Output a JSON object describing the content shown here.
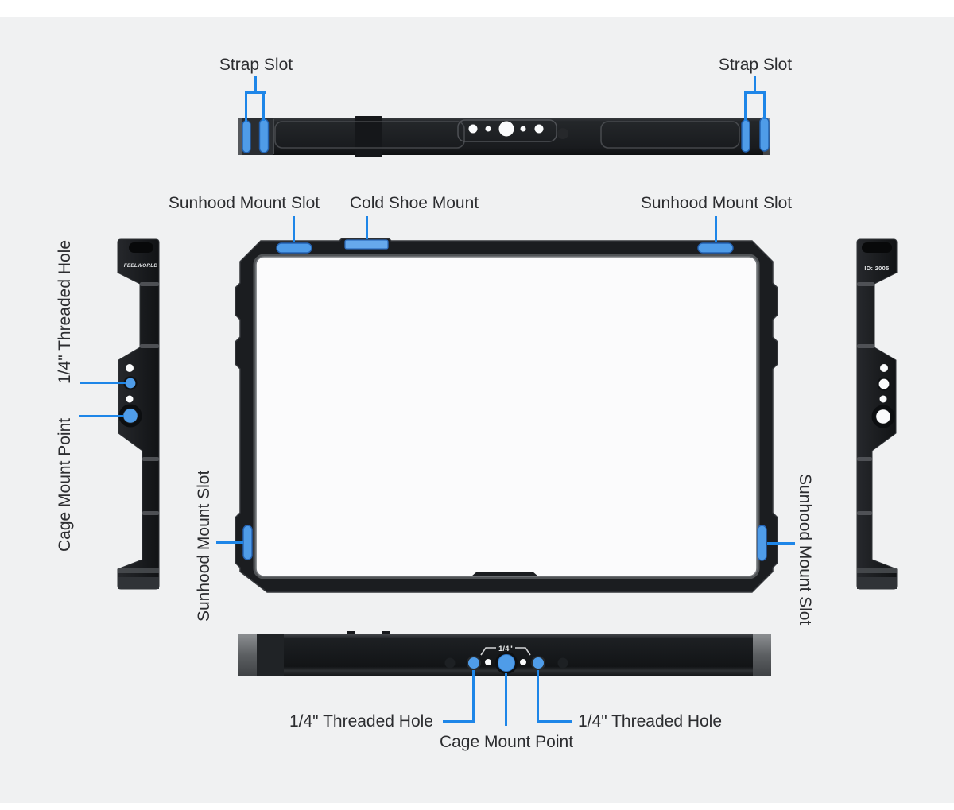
{
  "colors": {
    "accent_leader_blue": "#1e86e8",
    "highlight_blue": "#4f9ce8",
    "part_dark": "#1b1d20",
    "label_text": "#2c2d30",
    "background": "#f0f1f2",
    "screen_white": "#fbfbfc"
  },
  "views": {
    "top": {
      "strap_slot_left": "Strap Slot",
      "strap_slot_right": "Strap Slot"
    },
    "front": {
      "sunhood_top_left": "Sunhood Mount Slot",
      "cold_shoe": "Cold Shoe Mount",
      "sunhood_top_right": "Sunhood Mount Slot",
      "sunhood_bottom_left": "Sunhood Mount Slot",
      "sunhood_bottom_right": "Sunhood Mount Slot"
    },
    "left_side": {
      "brand": "FEELWORLD",
      "threaded_hole": "1/4\" Threaded Hole",
      "cage_mount": "Cage Mount Point"
    },
    "right_side": {
      "id_label": "ID: 2005"
    },
    "bottom": {
      "marking": "1/4\"",
      "threaded_hole_left": "1/4\" Threaded Hole",
      "cage_mount": "Cage Mount Point",
      "threaded_hole_right": "1/4\" Threaded Hole"
    }
  }
}
